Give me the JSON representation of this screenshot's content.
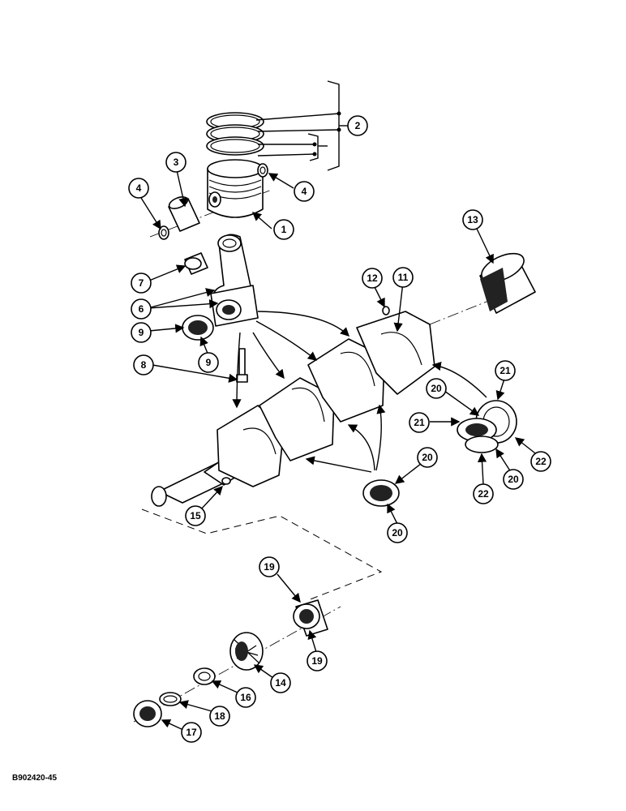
{
  "figure_id": "B902420-45",
  "callouts": {
    "c1": "1",
    "c2": "2",
    "c3": "3",
    "c4a": "4",
    "c4b": "4",
    "c6": "6",
    "c7": "7",
    "c8": "8",
    "c9a": "9",
    "c9b": "9",
    "c11": "11",
    "c12": "12",
    "c13": "13",
    "c14": "14",
    "c15": "15",
    "c16": "16",
    "c17": "17",
    "c18": "18",
    "c19a": "19",
    "c19b": "19",
    "c20a": "20",
    "c20b": "20",
    "c20c": "20",
    "c20d": "20",
    "c21a": "21",
    "c21b": "21",
    "c22a": "22",
    "c22b": "22"
  }
}
